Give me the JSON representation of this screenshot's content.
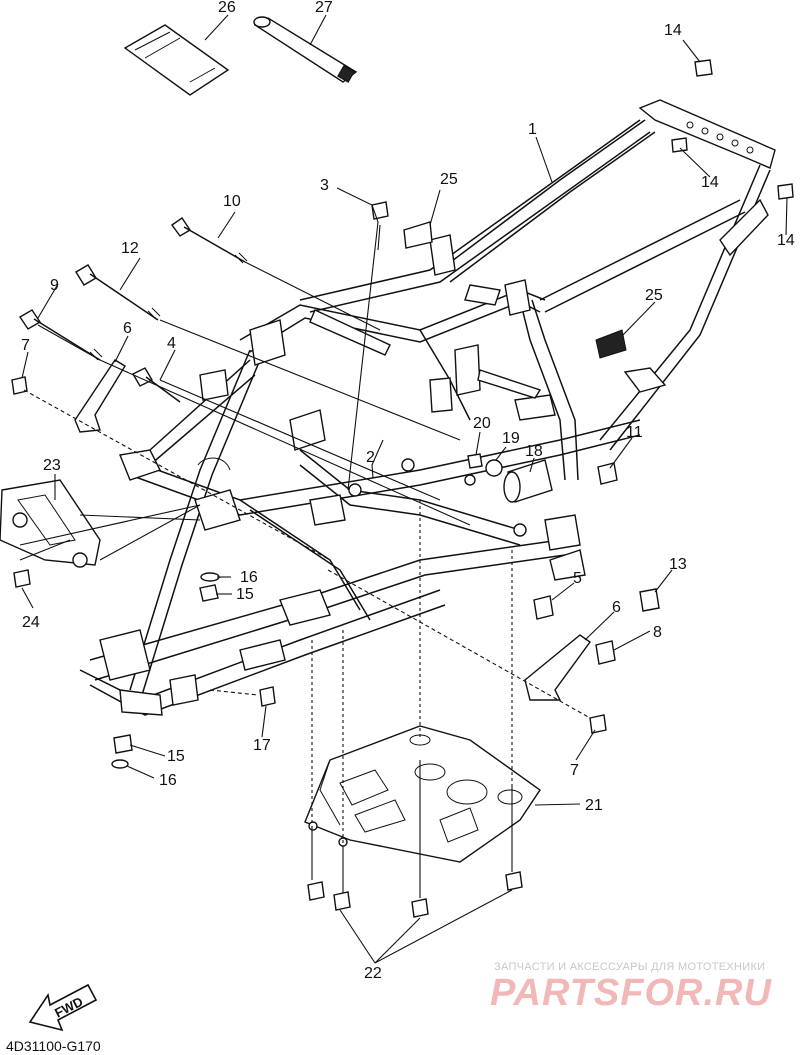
{
  "diagram": {
    "callouts": {
      "c1": "1",
      "c2": "2",
      "c3": "3",
      "c4": "4",
      "c5": "5",
      "c6a": "6",
      "c6b": "6",
      "c7a": "7",
      "c7b": "7",
      "c8": "8",
      "c9": "9",
      "c10": "10",
      "c11": "11",
      "c12": "12",
      "c13": "13",
      "c14a": "14",
      "c14b": "14",
      "c14c": "14",
      "c15a": "15",
      "c15b": "15",
      "c16a": "16",
      "c16b": "16",
      "c17": "17",
      "c18": "18",
      "c19": "19",
      "c20": "20",
      "c21": "21",
      "c22": "22",
      "c23": "23",
      "c24": "24",
      "c25a": "25",
      "c25b": "25",
      "c26": "26",
      "c27": "27"
    },
    "fwd_label": "FWD",
    "drawing_code": "4D31100-G170"
  },
  "watermark": {
    "tagline": "ЗАПЧАСТИ И АКСЕССУАРЫ ДЛЯ МОТОТЕХНИКИ",
    "brand": "PARTSFOR.RU"
  }
}
